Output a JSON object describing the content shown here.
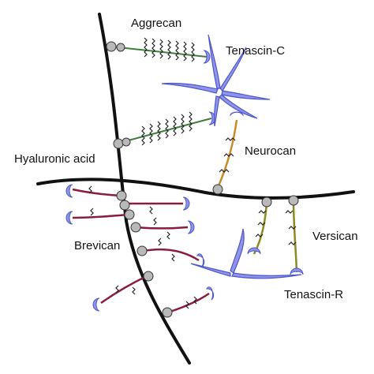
{
  "labels": {
    "aggrecan": "Aggrecan",
    "tenascin_c": "Tenascin-C",
    "neurocan": "Neurocan",
    "hyaluronic_acid": "Hyaluronic acid",
    "brevican": "Brevican",
    "versican": "Versican",
    "tenascin_r": "Tenascin-R"
  },
  "colors": {
    "hyaluronan": "#111111",
    "aggrecan_core": "#3f7d3f",
    "neurocan_core": "#c98a2b",
    "versican_core": "#8a8a1f",
    "brevican_core": "#8a1c3e",
    "tenascin_fill": "#8e95ea",
    "tenascin_stroke": "#4d55c8",
    "link_protein": "#b9b9b9",
    "chain": "#222222"
  },
  "icons": [
    "link-protein-icon",
    "g3-domain-icon",
    "gag-chain-icon",
    "tenascin-arm-icon"
  ]
}
